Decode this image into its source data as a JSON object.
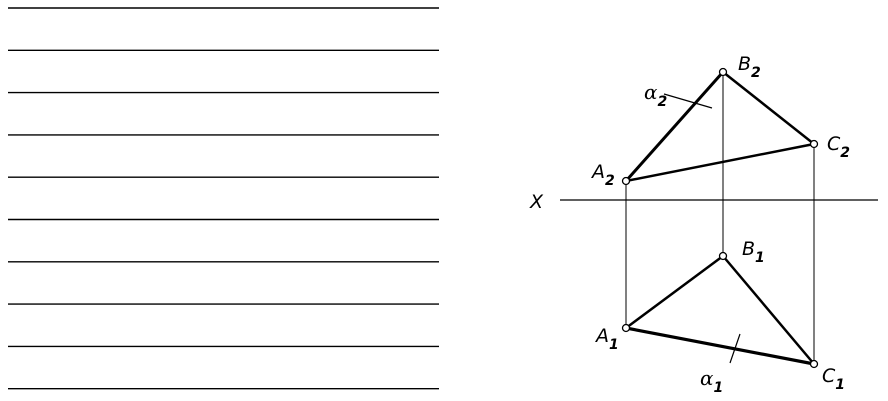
{
  "answer_lines": {
    "count": 10
  },
  "axis": {
    "label": "X"
  },
  "labels": {
    "A2": {
      "letter": "A",
      "sub": "2"
    },
    "B2": {
      "letter": "B",
      "sub": "2"
    },
    "C2": {
      "letter": "C",
      "sub": "2"
    },
    "alpha2": {
      "letter": "α",
      "sub": "2"
    },
    "A1": {
      "letter": "A",
      "sub": "1"
    },
    "B1": {
      "letter": "B",
      "sub": "1"
    },
    "C1": {
      "letter": "C",
      "sub": "1"
    },
    "alpha1": {
      "letter": "α",
      "sub": "1"
    }
  },
  "colors": {
    "ink": "#000000",
    "background": "#ffffff"
  }
}
